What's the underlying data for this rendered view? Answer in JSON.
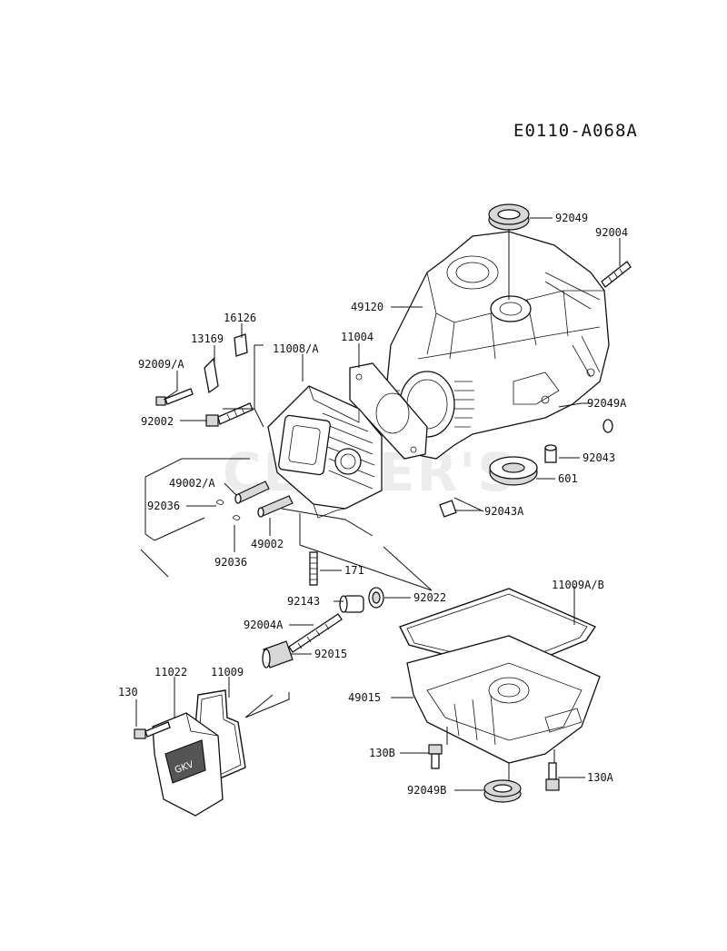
{
  "diagram_code": "E0110-A068A",
  "watermark": "CLEVER'S",
  "decal_text": "GKV",
  "labels": {
    "l92049": "92049",
    "l92004": "92004",
    "l49120": "49120",
    "l16126": "16126",
    "l13169": "13169",
    "l11008A": "11008/A",
    "l11004": "11004",
    "l92009A": "92009/A",
    "l92049A": "92049A",
    "l92002": "92002",
    "l92043": "92043",
    "l601": "601",
    "l49002A": "49002/A",
    "l92036a": "92036",
    "l92043A": "92043A",
    "l49002": "49002",
    "l92036b": "92036",
    "l171": "171",
    "l92143": "92143",
    "l92022": "92022",
    "l11009AB": "11009A/B",
    "l92004A": "92004A",
    "l92015": "92015",
    "l11022": "11022",
    "l11009": "11009",
    "l130": "130",
    "l49015": "49015",
    "l130B": "130B",
    "l130A": "130A",
    "l92049B": "92049B"
  }
}
